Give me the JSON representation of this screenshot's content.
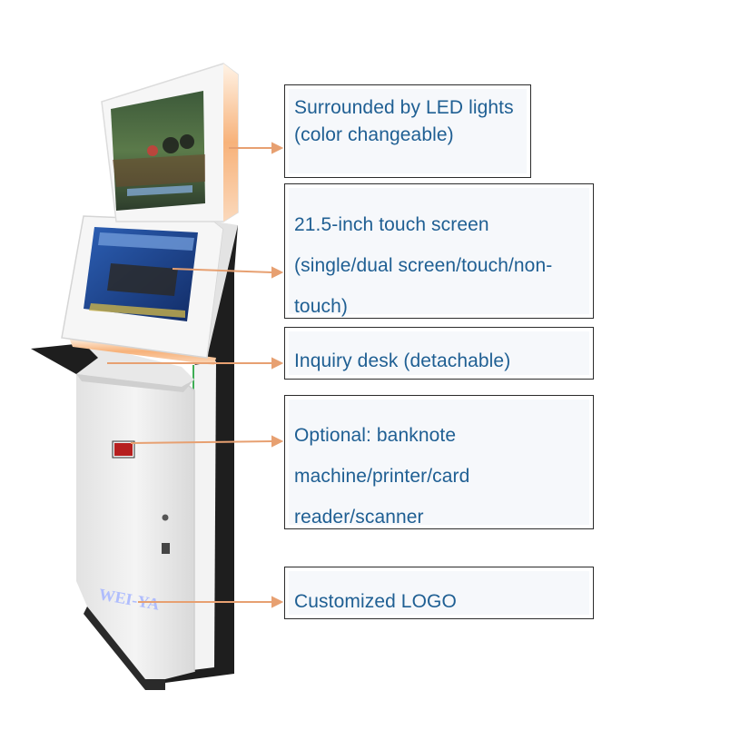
{
  "callouts": [
    {
      "id": "led",
      "text": "Surrounded by LED lights (color changeable)"
    },
    {
      "id": "screen",
      "text": "21.5-inch touch screen (single/dual screen/touch/non-touch)"
    },
    {
      "id": "desk",
      "text": "Inquiry desk (detachable)"
    },
    {
      "id": "optional",
      "text": "Optional: banknote machine/printer/card reader/scanner"
    },
    {
      "id": "logo",
      "text": "Customized LOGO"
    }
  ],
  "kiosk": {
    "logo_text": "WEI-YA"
  },
  "colors": {
    "arrow": "#e7a071",
    "label_text": "#1f5f93",
    "kiosk_body": "#eeeeee",
    "kiosk_frame": "#1e1e1e",
    "led_glow": "#f7b27a",
    "screen_blue": "#1d3f8c"
  }
}
